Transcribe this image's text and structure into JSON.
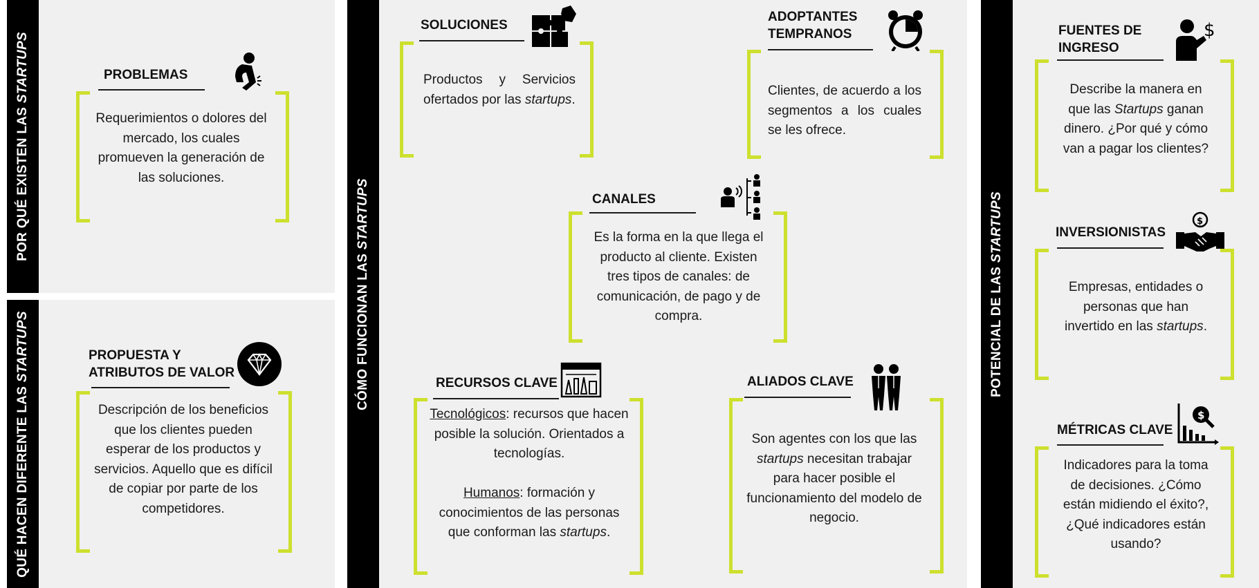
{
  "sections": {
    "why": {
      "pre": "POR QUÉ EXISTEN LAS ",
      "em": "STARTUPS"
    },
    "what": {
      "pre": "QUÉ HACEN DIFERENTE LAS ",
      "em": "STARTUPS"
    },
    "how": {
      "pre": "CÓMO FUNCIONAN LAS ",
      "em": "STARTUPS"
    },
    "potential": {
      "pre": "POTENCIAL DE LAS ",
      "em": "STARTUPS"
    }
  },
  "blocks": {
    "problemas": {
      "title": "PROBLEMAS",
      "text": "Requerimientos o dolores del mercado, los cuales promueven la generación de las soluciones."
    },
    "propuesta": {
      "title_l1": "PROPUESTA Y",
      "title_l2": "ATRIBUTOS DE VALOR",
      "text": "Descripción de los beneficios que los clientes pueden esperar de los productos y servicios. Aquello que es difícil de copiar por parte de los competidores."
    },
    "soluciones": {
      "title": "SOLUCIONES",
      "text_pre": "Productos y Servicios ofertados por las ",
      "text_em": "startups",
      "text_post": "."
    },
    "adoptantes": {
      "title_l1": "ADOPTANTES",
      "title_l2": "TEMPRANOS",
      "text": "Clientes, de acuerdo a los segmentos a los cuales se les ofrece."
    },
    "canales": {
      "title": "CANALES",
      "text": "Es la forma en la que llega el producto al cliente. Existen tres tipos de canales: de comunicación, de pago y de compra."
    },
    "recursos": {
      "title": "RECURSOS CLAVE",
      "tec_label": "Tecnológicos",
      "tec_text": ": recursos que hacen posible la solución. Orientados a tecnologías.",
      "hum_label": "Humanos",
      "hum_text": ": formación y conocimientos de las personas que conforman las ",
      "hum_em": "startups",
      "hum_post": "."
    },
    "aliados": {
      "title": "ALIADOS CLAVE",
      "text_pre": "Son agentes con los que las ",
      "text_em": "startups",
      "text_post": " necesitan trabajar para hacer posible el funcionamiento del modelo de negocio."
    },
    "fuentes": {
      "title_l1": "FUENTES DE",
      "title_l2": "INGRESO",
      "text_pre": "Describe la manera en que las ",
      "text_em": "Startups",
      "text_post": " ganan dinero. ¿Por qué y cómo van a pagar los clientes?"
    },
    "inversionistas": {
      "title": "INVERSIONISTAS",
      "text_pre": "Empresas, entidades o personas que han invertido en las ",
      "text_em": "startups",
      "text_post": "."
    },
    "metricas": {
      "title": "MÉTRICAS CLAVE",
      "text": "Indicadores para la toma de decisiones. ¿Cómo están midiendo el éxito?, ¿Qué indicadores están usando?"
    }
  },
  "icons": {
    "problemas": "person-in-pain-icon",
    "propuesta": "diamond-icon",
    "soluciones": "puzzle-icon",
    "adoptantes": "alarm-clock-icon",
    "canales": "broadcast-people-icon",
    "recursos": "tools-window-icon",
    "aliados": "partners-icon",
    "fuentes": "businessman-dollar-icon",
    "inversionistas": "handshake-icon",
    "metricas": "chart-magnifier-icon"
  },
  "colors": {
    "bracket": "#cde02e",
    "sidebar": "#000000",
    "panel": "#f0f0f0"
  }
}
